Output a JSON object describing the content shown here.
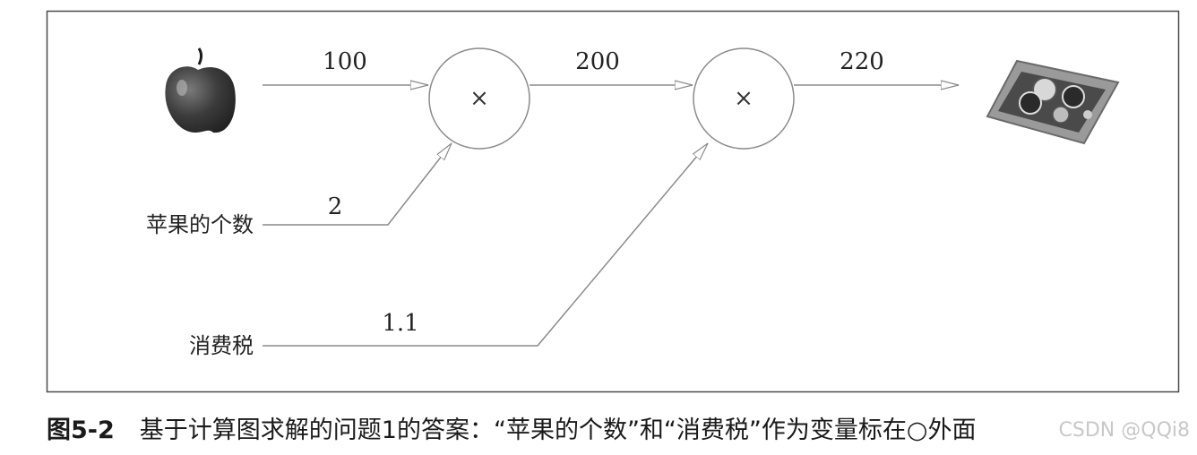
{
  "diagram": {
    "nodes": [
      {
        "id": "mul1",
        "symbol": "×"
      },
      {
        "id": "mul2",
        "symbol": "×"
      }
    ],
    "inputs": {
      "apple_count_label": "苹果的个数",
      "tax_label": "消费税"
    },
    "edge_values": {
      "apple_price": "100",
      "apple_count": "2",
      "subtotal": "200",
      "tax": "1.1",
      "total": "220"
    },
    "icons": [
      "apple-icon",
      "coin-tray-icon"
    ]
  },
  "caption": {
    "figure_number": "图5-2",
    "text": "基于计算图求解的问题1的答案：“苹果的个数”和“消费税”作为变量标在○外面"
  },
  "watermark": "CSDN @QQi8"
}
